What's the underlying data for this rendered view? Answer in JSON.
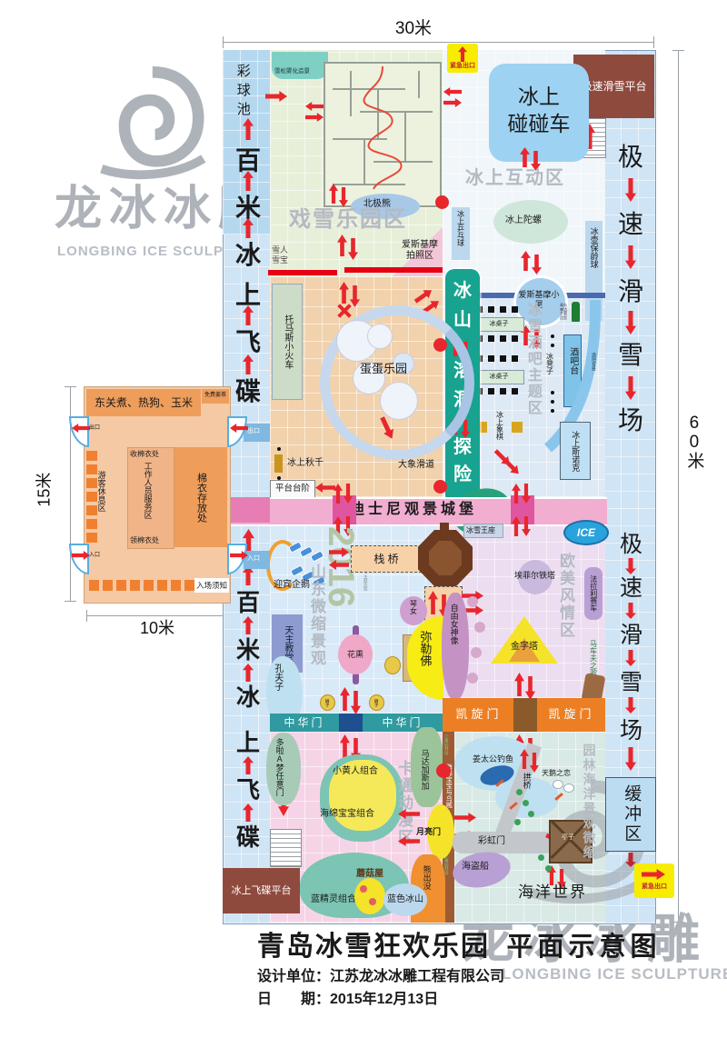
{
  "dims": {
    "top": "30米",
    "right": "60米",
    "left": "15米",
    "bottom": "10米"
  },
  "exits": {
    "emergency": "紧急出口",
    "exit": "出口",
    "entrance": "入口"
  },
  "lane_left": {
    "pool": "彩球池",
    "c0": "百",
    "c1": "米",
    "c2": "冰",
    "c3": "上",
    "c4": "飞",
    "c5": "碟",
    "platform": "冰上飞碟平台"
  },
  "lane_right": {
    "platform": "极速滑雪平台",
    "c0": "极",
    "c1": "速",
    "c2": "滑",
    "c3": "雪",
    "c4": "场",
    "buffer": "缓冲区"
  },
  "building": {
    "snack": "东关煮、热狗、玉米",
    "tea": "免费姜茶",
    "rest": "游客休息区",
    "collect": "收棉衣处",
    "staff": "工作人员服务区",
    "pickup": "领棉衣处",
    "storage": "棉衣存放处",
    "notice": "入场须知"
  },
  "snow": {
    "wm": "戏雪乐园区",
    "fog": "雪松雾化造景",
    "bear": "北极熊",
    "snowman": "雪人雪宝",
    "photo": "爱斯基摩拍照区"
  },
  "inter": {
    "wm": "冰上互动区",
    "bumper1": "冰上",
    "bumper2": "碰碰车",
    "pingpong": "冰上乒乓球",
    "spintop": "冰上陀螺",
    "curling": "冰壶保龄球",
    "igloo": "爱斯基摩小屋"
  },
  "tanzone": {
    "train": "托马斯小火车",
    "egg": "蛋蛋乐园",
    "swing": "冰上秋千",
    "steps": "平台台阶",
    "slide": "大象滑道"
  },
  "cave": {
    "c0": "冰",
    "c1": "山",
    "c2": "溶",
    "c3": "洞",
    "c4": "探",
    "c5": "险"
  },
  "bar": {
    "wm": "冰雪酒吧主题区",
    "table": "冰桌子",
    "stool": "冰凳子",
    "counter": "酒吧台",
    "backdrop": "酒吧背景",
    "beer": "青岛啤酒主题造型",
    "chess": "冰上象棋",
    "snooker": "冰上斯诺克"
  },
  "castle": {
    "label": "迪士尼观景城堡"
  },
  "mid": {
    "wm": "山东微缩景观",
    "y2016": "2016",
    "note2016": "2016主题造型",
    "penguin": "迎宾企鹅",
    "pier": "栈 桥",
    "throne": "冰雪王座",
    "ice": "ICE",
    "church": "天主教堂",
    "qin": "琴女",
    "flower": "花熏",
    "incense": "香案",
    "confucius": "孔夫子",
    "lion": "狮子",
    "buddha": "弥勒佛",
    "liberty": "自由女神像"
  },
  "euro": {
    "wm": "欧美风情区",
    "eiffel": "埃菲尔铁塔",
    "ferrari": "法拉利赛车",
    "pyramid": "金字塔",
    "coach": "马车夫之歌"
  },
  "gates": {
    "china": "中华门",
    "arc": "凯旋门",
    "moon": "月亮门",
    "rainbow": "彩虹门"
  },
  "cartoon": {
    "wm": "卡通动漫区",
    "doraemon": "多啦A梦任意门",
    "minions": "小黄人组合",
    "spongebob": "海绵宝宝组合",
    "madagascar": "马达加斯加",
    "wall": "海绵宝宝与乌贼",
    "gardenwall": "江南园林墙",
    "bear": "熊出没",
    "mushroom": "蘑菇屋",
    "smurfs": "蓝精灵组合",
    "iceberg": "蓝色冰山"
  },
  "ocean": {
    "wm": "园林海洋景观微缩",
    "fishing": "姜太公钓鱼",
    "bridge": "拱桥",
    "swan": "天鹅之恋",
    "pavilion": "亭子",
    "pirate": "海盗船",
    "world": "海洋世界"
  },
  "brand": {
    "cn": "龙冰冰雕",
    "en": "LONGBING ICE SCULPTURE"
  },
  "titleblock": {
    "title": "青岛冰雪狂欢乐园",
    "subtitle": "平面示意图",
    "designer_label": "设计单位：",
    "designer": "江苏龙冰冰雕工程有限公司",
    "date_label": "日　　期：",
    "date": "2015年12月13日"
  }
}
